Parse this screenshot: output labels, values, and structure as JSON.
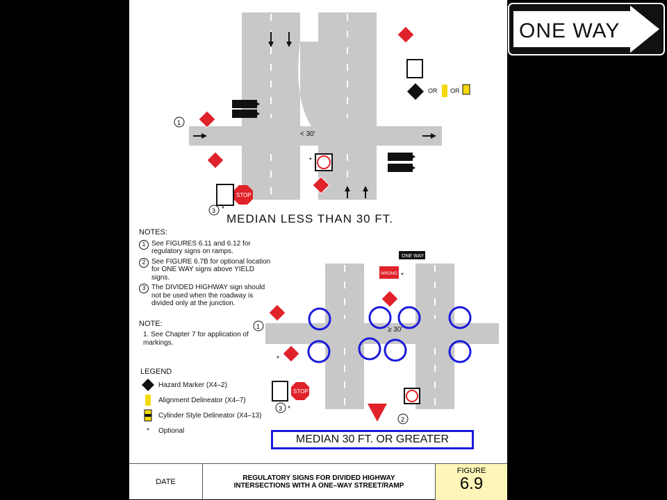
{
  "top_sign": {
    "text": "ONE WAY"
  },
  "captions": {
    "top": "MEDIAN  LESS  THAN  30  FT.",
    "bottom": "MEDIAN  30  FT.  OR  GREATER"
  },
  "dimensions": {
    "top": "< 30'",
    "bottom": "≥ 30'"
  },
  "sign_labels": {
    "one_way": "ONE WAY",
    "wrong_way": "WRONG WAY",
    "stop": "STOP",
    "or": "OR",
    "asterisk": "*"
  },
  "callouts": {
    "c1": "1",
    "c2": "2",
    "c3": "3"
  },
  "notes": {
    "heading": "NOTES:",
    "items": [
      {
        "num": "1",
        "text": "See FIGURES 6.11 and 6.12 for regulatory signs on ramps."
      },
      {
        "num": "2",
        "text": "See FIGURE 6.7B for optional location for ONE WAY signs above YIELD signs."
      },
      {
        "num": "3",
        "text": "The DIVIDED HIGHWAY sign should not be used when the roadway is divided only at the junction."
      }
    ],
    "heading2": "NOTE:",
    "item2": "1.  See Chapter 7 for application of markings."
  },
  "legend": {
    "heading": "LEGEND",
    "items": [
      {
        "icon": "hazard-marker-icon",
        "text": "Hazard  Marker  (X4–2)"
      },
      {
        "icon": "alignment-delineator-icon",
        "text": "Alignment Delineator (X4–7)"
      },
      {
        "icon": "cylinder-delineator-icon",
        "text": "Cylinder Style  Delineator (X4–13)"
      },
      {
        "icon": "asterisk-icon",
        "text": "Optional",
        "symbol": "*"
      }
    ]
  },
  "title_block": {
    "date_label": "DATE",
    "title_line1": "REGULATORY SIGNS FOR DIVIDED HIGHWAY",
    "title_line2": "INTERSECTIONS WITH A ONE–WAY STREET/RAMP",
    "figure_label": "FIGURE",
    "figure_number": "6.9"
  },
  "colors": {
    "road": "#c8c8c8",
    "highlight": "#1a1adb",
    "sign_red": "#e0222a",
    "figure_bg": "#fdf6b8",
    "delineator_yellow": "#f5d90a"
  }
}
